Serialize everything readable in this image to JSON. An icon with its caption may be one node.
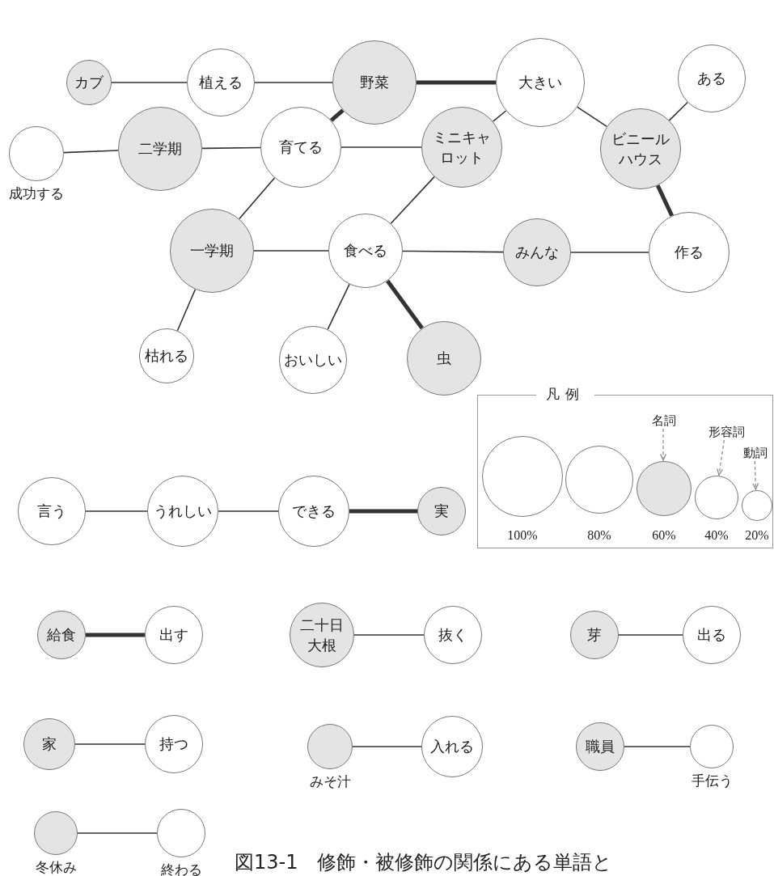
{
  "diagram": {
    "caption": "図13-1　修飾・被修飾の関係にある単語と",
    "nodes": [
      {
        "text": [
          "カブ"
        ]
      },
      {
        "text": [
          "植える"
        ]
      },
      {
        "text": [
          "野菜"
        ]
      },
      {
        "text": [
          "大きい"
        ]
      },
      {
        "text": [
          "ある"
        ]
      },
      {
        "text": [],
        "shape": "circle",
        "beside": [
          "成功する"
        ]
      },
      {
        "text": [
          "二学期"
        ]
      },
      {
        "text": [
          "育てる"
        ]
      },
      {
        "text": [
          "ミニキャロット"
        ]
      },
      {
        "text": [
          "ビニールハウス"
        ]
      },
      {
        "text": [
          "一学期"
        ]
      },
      {
        "text": [
          "食べる"
        ]
      },
      {
        "text": [
          "みんな"
        ]
      },
      {
        "text": [
          "作る"
        ]
      },
      {
        "text": [
          "枯れる"
        ]
      },
      {
        "text": [
          "おいしい"
        ]
      },
      {
        "text": [
          "虫"
        ]
      },
      {
        "text": [
          "言う"
        ]
      },
      {
        "text": [
          "うれしい"
        ]
      },
      {
        "text": [
          "できる"
        ]
      },
      {
        "text": [
          "実"
        ]
      },
      {
        "text": [
          "給食"
        ]
      },
      {
        "text": [
          "出す"
        ]
      },
      {
        "text": [
          "二十日大根"
        ]
      },
      {
        "text": [
          "抜く"
        ]
      },
      {
        "text": [
          "芽"
        ]
      },
      {
        "text": [
          "出る"
        ]
      },
      {
        "text": [
          "家"
        ]
      },
      {
        "text": [
          "持つ"
        ]
      },
      {
        "text": [],
        "shape": "circle",
        "beside": [
          "みそ汁"
        ]
      },
      {
        "text": [
          "入れる"
        ]
      },
      {
        "text": [
          "職員"
        ]
      },
      {
        "text": [],
        "shape": "circle",
        "beside": [
          "手伝う"
        ]
      },
      {
        "text": [],
        "shape": "circle",
        "beside": [
          "冬休み"
        ]
      },
      {
        "text": [],
        "shape": "circle",
        "beside": [
          "終わる"
        ]
      },
      {
        "text": [
          "凡例"
        ]
      },
      {
        "text": [],
        "shape": "circle",
        "in": 35,
        "beside": [
          "100%"
        ]
      },
      {
        "text": [],
        "shape": "circle",
        "in": 35,
        "beside": [
          "80%"
        ]
      },
      {
        "text": [],
        "shape": "circle",
        "in": 35,
        "beside": [
          "60%"
        ]
      },
      {
        "text": [],
        "shape": "circle",
        "in": 35,
        "beside": [
          "40%"
        ]
      },
      {
        "text": [],
        "shape": "circle",
        "in": 35,
        "beside": [
          "20%"
        ]
      },
      {
        "text": [
          "名詞"
        ],
        "in": 35
      },
      {
        "text": [
          "形容詞"
        ],
        "in": 35
      },
      {
        "text": [
          "動詞"
        ],
        "in": 35
      }
    ],
    "edges": [
      {
        "from": 0,
        "to": 1,
        "arrow": "none"
      },
      {
        "from": 1,
        "to": 2,
        "arrow": "none"
      },
      {
        "from": 2,
        "to": 3,
        "arrow": "none",
        "style": "thick"
      },
      {
        "from": 3,
        "to": 9,
        "arrow": "none"
      },
      {
        "from": 4,
        "to": 9,
        "arrow": "none"
      },
      {
        "from": 2,
        "to": 7,
        "arrow": "none",
        "style": "thick"
      },
      {
        "from": 5,
        "to": 6,
        "arrow": "none"
      },
      {
        "from": 6,
        "to": 7,
        "arrow": "none"
      },
      {
        "from": 7,
        "to": 8,
        "arrow": "none"
      },
      {
        "from": 3,
        "to": 8,
        "arrow": "none"
      },
      {
        "from": 7,
        "to": 10,
        "arrow": "none"
      },
      {
        "from": 8,
        "to": 11,
        "arrow": "none"
      },
      {
        "from": 10,
        "to": 11,
        "arrow": "none"
      },
      {
        "from": 11,
        "to": 12,
        "arrow": "none"
      },
      {
        "from": 12,
        "to": 13,
        "arrow": "none"
      },
      {
        "from": 9,
        "to": 13,
        "arrow": "none",
        "style": "thick"
      },
      {
        "from": 10,
        "to": 14,
        "arrow": "none"
      },
      {
        "from": 11,
        "to": 15,
        "arrow": "none"
      },
      {
        "from": 11,
        "to": 16,
        "arrow": "none",
        "style": "thick"
      },
      {
        "from": 17,
        "to": 18,
        "arrow": "none"
      },
      {
        "from": 18,
        "to": 19,
        "arrow": "none"
      },
      {
        "from": 19,
        "to": 20,
        "arrow": "none",
        "style": "thick"
      },
      {
        "from": 21,
        "to": 22,
        "arrow": "none",
        "style": "thick"
      },
      {
        "from": 23,
        "to": 24,
        "arrow": "none"
      },
      {
        "from": 25,
        "to": 26,
        "arrow": "none"
      },
      {
        "from": 27,
        "to": 28,
        "arrow": "none"
      },
      {
        "from": 29,
        "to": 30,
        "arrow": "none"
      },
      {
        "from": 31,
        "to": 32,
        "arrow": "none"
      },
      {
        "from": 33,
        "to": 34,
        "arrow": "none"
      },
      {
        "from": 41,
        "to": 38,
        "arrow": "to",
        "style": "dashed",
        "color": "#888888"
      },
      {
        "from": 42,
        "to": 39,
        "arrow": "to",
        "style": "dashed",
        "color": "#888888"
      },
      {
        "from": 43,
        "to": 40,
        "arrow": "to",
        "style": "dashed",
        "color": "#888888"
      }
    ]
  }
}
